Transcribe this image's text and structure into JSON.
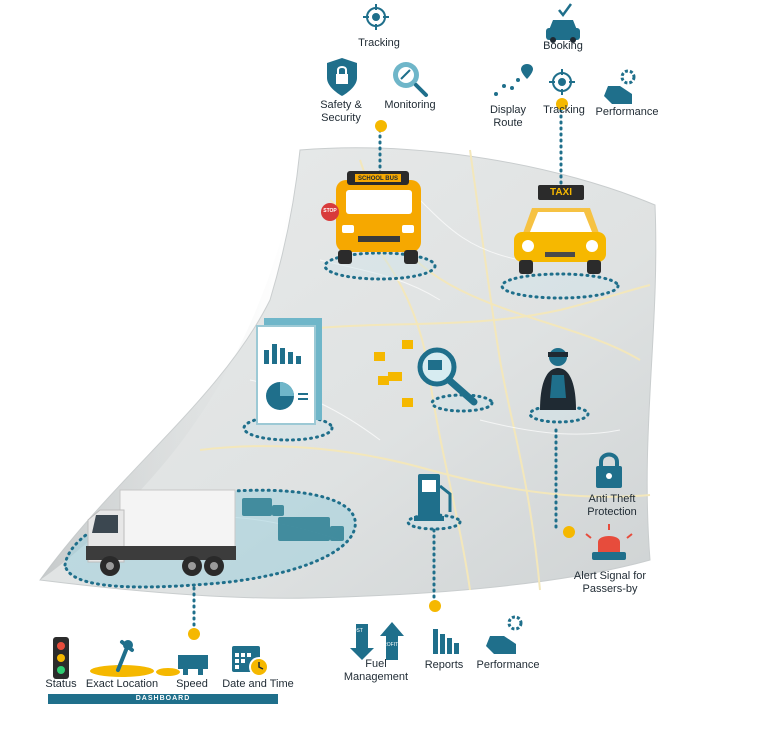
{
  "labels": {
    "tracking_top": "Tracking",
    "booking": "Booking",
    "safety_security": "Safety &\nSecurity",
    "monitoring": "Monitoring",
    "display_route": "Display\nRoute",
    "tracking_taxi": "Tracking",
    "performance_taxi": "Performance",
    "anti_theft": "Anti Theft\nProtection",
    "alert_signal": "Alert Signal for\nPassers-by",
    "status": "Status",
    "exact_location": "Exact Location",
    "speed": "Speed",
    "date_time": "Date and Time",
    "dashboard": "DASHBOARD",
    "fuel_management": "Fuel\nManagement",
    "reports": "Reports",
    "performance_bottom": "Performance",
    "school_bus_sign": "SCHOOL BUS",
    "stop_sign": "STOP",
    "taxi_sign": "TAXI",
    "fuel_cost_label": "COST",
    "fuel_profit_label": "PROFIT"
  },
  "colors": {
    "teal": "#1f6f8b",
    "teal_dark": "#175a73",
    "yellow": "#f5a623",
    "bus_yellow": "#f6a800",
    "map_gray": "#d9dcdd",
    "map_light": "#eceeee",
    "road": "#f0e4b4",
    "text": "#1f2a33",
    "alert_red": "#e74c3c"
  },
  "icons": [
    "crosshair-icon",
    "car-check-icon",
    "shield-lock-icon",
    "search-wrench-icon",
    "route-icon",
    "hand-gear-icon",
    "traffic-light-icon",
    "pin-icon",
    "speed-truck-icon",
    "calendar-clock-icon",
    "arrows-icon",
    "bar-chart-icon",
    "fuel-pump-icon",
    "padlock-icon",
    "siren-icon",
    "magnifier-truck-icon",
    "report-board-icon",
    "thief-icon"
  ]
}
